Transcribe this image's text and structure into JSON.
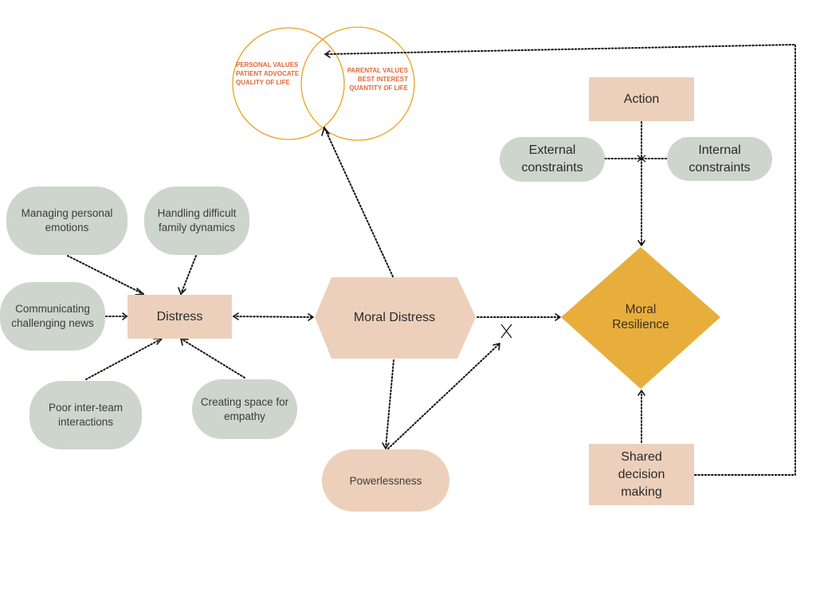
{
  "venn": {
    "left_lines": [
      "PERSONAL VALUES",
      "PATIENT ADVOCATE",
      "QUALITY OF LIFE"
    ],
    "right_lines": [
      "PARENTAL VALUES",
      "BEST INTEREST",
      "QUANTITY OF LIFE"
    ],
    "circle_color": "#e9a21f",
    "text_color": "#e0683a"
  },
  "nodes": {
    "managing_emotions": "Managing personal emotions",
    "family_dynamics": "Handling difficult family dynamics",
    "communicating_news": "Communicating challenging news",
    "inter_team": "Poor inter-team interactions",
    "space_empathy": "Creating space for empathy",
    "distress": "Distress",
    "moral_distress": "Moral Distress",
    "powerlessness": "Powerlessness",
    "action": "Action",
    "external_constraints": "External constraints",
    "internal_constraints": "Internal constraints",
    "moral_resilience": "Moral Resilience",
    "shared_decision": "Shared decision making"
  },
  "colors": {
    "sage": "#cdd5cc",
    "peach": "#ecd0bb",
    "gold": "#e8ae3c"
  }
}
